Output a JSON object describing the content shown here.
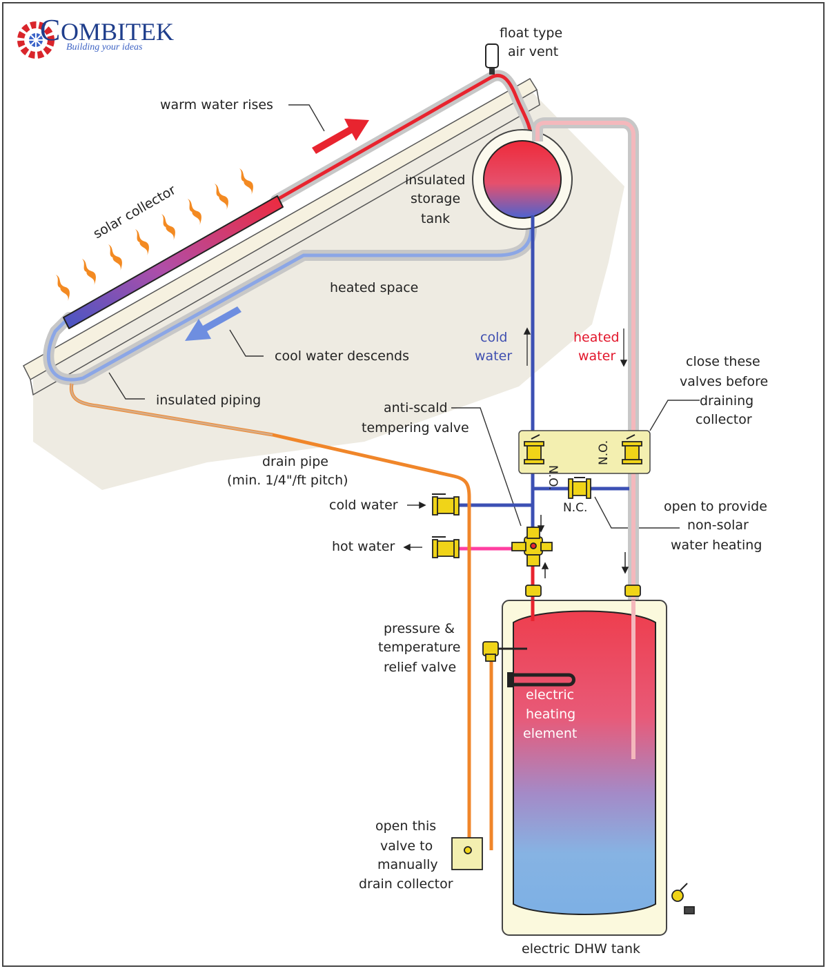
{
  "logo": {
    "name_initial": "C",
    "name_rest": "OMBITEK",
    "tagline": "Building your ideas"
  },
  "labels": {
    "air_vent": [
      "float type",
      "air vent"
    ],
    "warm_water": "warm water rises",
    "solar_collector": "solar collector",
    "storage_tank": [
      "insulated",
      "storage",
      "tank"
    ],
    "heated_space": "heated space",
    "cool_water": "cool water descends",
    "insulated_piping": "insulated piping",
    "cold_water_vertical": [
      "cold",
      "water"
    ],
    "heated_water_vertical": [
      "heated",
      "water"
    ],
    "close_valves": [
      "close these",
      "valves before",
      "draining",
      "collector"
    ],
    "anti_scald": [
      "anti-scald",
      "tempering valve"
    ],
    "drain_pipe": [
      "drain pipe",
      "(min. 1/4\"/ft pitch)"
    ],
    "cold_water_line": "cold water",
    "hot_water_line": "hot water",
    "nc": "N.C.",
    "no_left": "N.O.",
    "no_right": "N.O.",
    "open_to_provide": [
      "open to provide",
      "non-solar",
      "water heating"
    ],
    "pt_relief": [
      "pressure &",
      "temperature",
      "relief valve"
    ],
    "electric_element": [
      "electric",
      "heating",
      "element"
    ],
    "open_drain": [
      "open this",
      "valve to",
      "manually",
      "drain collector"
    ],
    "dhw_tank": "electric DHW tank"
  },
  "colors": {
    "hot": "#e8242f",
    "cold": "#3c50b4",
    "drain": "#f0862a",
    "heated_return": "#f4b8bc",
    "insulation": "#c7c7c7",
    "brass": "#f0d418",
    "roof": "#f6f1e0",
    "space": "#eeebe2",
    "hot_water_line": "#ff3fa0"
  }
}
